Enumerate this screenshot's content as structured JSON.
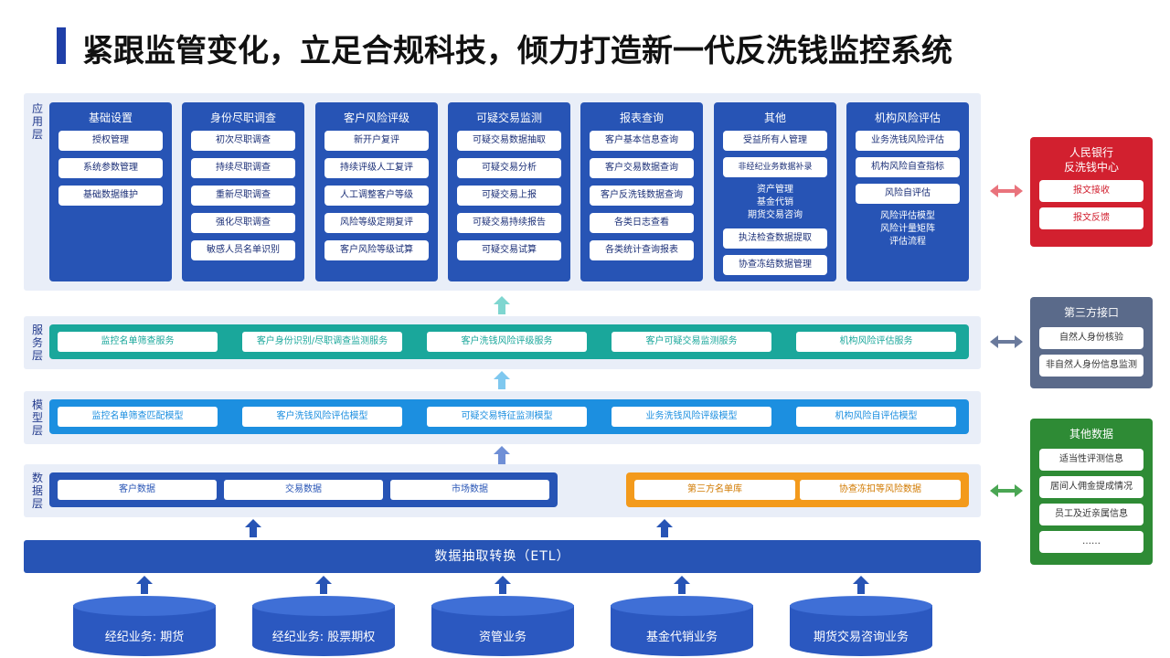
{
  "title": "紧跟监管变化，立足合规科技，倾力打造新一代反洗钱监控系统",
  "colors": {
    "primary": "#2754b5",
    "teal": "#1aa79b",
    "model": "#1c8fe0",
    "orange": "#f39a1c",
    "red": "#d2202f",
    "gray": "#5a6a8a",
    "green": "#2e8b35"
  },
  "layers": {
    "app": "应用层",
    "service": "服务层",
    "model": "模型层",
    "data": "数据层"
  },
  "app_columns": [
    {
      "title": "基础设置",
      "items": [
        "授权管理",
        "系统参数管理",
        "基础数据维护"
      ]
    },
    {
      "title": "身份尽职调查",
      "items": [
        "初次尽职调查",
        "持续尽职调查",
        "重新尽职调查",
        "强化尽职调查",
        "敏感人员名单识别"
      ]
    },
    {
      "title": "客户风险评级",
      "items": [
        "新开户复评",
        "持续评级人工复评",
        "人工调整客户等级",
        "风险等级定期复评",
        "客户风险等级试算"
      ]
    },
    {
      "title": "可疑交易监测",
      "items": [
        "可疑交易数据抽取",
        "可疑交易分析",
        "可疑交易上报",
        "可疑交易持续报告",
        "可疑交易试算"
      ]
    },
    {
      "title": "报表查询",
      "items": [
        "客户基本信息查询",
        "客户交易数据查询",
        "客户反洗钱数据查询",
        "各类日志查看",
        "各类统计查询报表"
      ]
    }
  ],
  "other_col": {
    "title": "其他",
    "item1": "受益所有人管理",
    "item2": "非经纪业务数据补录",
    "text1": "资产管理",
    "text2": "基金代销",
    "text3": "期货交易咨询",
    "item3": "执法检查数据提取",
    "item4": "协查冻结数据管理"
  },
  "inst_col": {
    "title": "机构风险评估",
    "item1": "业务洗钱风险评估",
    "item2": "机构风险自查指标",
    "item3": "风险自评估",
    "text1": "风险评估模型",
    "text2": "风险计量矩阵",
    "text3": "评估流程"
  },
  "service_items": [
    "监控名单筛查服务",
    "客户身份识别/尽职调查监测服务",
    "客户洗钱风险评级服务",
    "客户可疑交易监测服务",
    "机构风险评估服务"
  ],
  "model_items": [
    "监控名单筛查匹配模型",
    "客户洗钱风险评估模型",
    "可疑交易特征监测模型",
    "业务洗钱风险评级模型",
    "机构风险自评估模型"
  ],
  "data_items_blue": [
    "客户数据",
    "交易数据",
    "市场数据"
  ],
  "data_items_orange": [
    "第三方名单库",
    "协查冻扣等风险数据"
  ],
  "etl": "数据抽取转换（ETL）",
  "sources": [
    "经纪业务: 期货",
    "经纪业务: 股票期权",
    "资管业务",
    "基金代销业务",
    "期货交易咨询业务"
  ],
  "side_pboc": {
    "title1": "人民银行",
    "title2": "反洗钱中心",
    "items": [
      "报文接收",
      "报文反馈"
    ]
  },
  "side_third": {
    "title": "第三方接口",
    "items": [
      "自然人身份核验",
      "非自然人身份信息监测"
    ]
  },
  "side_other": {
    "title": "其他数据",
    "items": [
      "适当性评测信息",
      "居间人佣金提成情况",
      "员工及近亲属信息",
      "……"
    ]
  }
}
